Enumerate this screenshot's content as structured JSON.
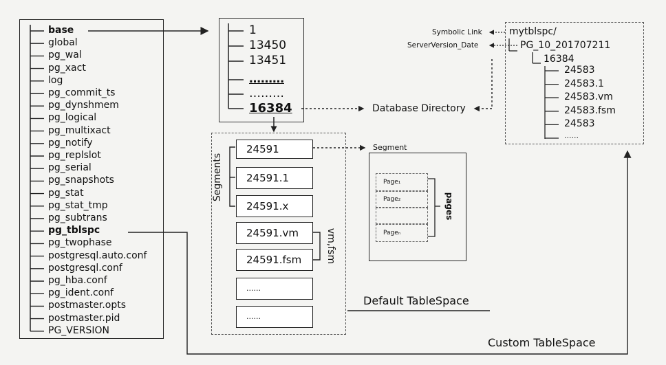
{
  "left_tree": {
    "items": [
      "base",
      "global",
      "pg_wal",
      "pg_xact",
      "log",
      "pg_commit_ts",
      "pg_dynshmem",
      "pg_logical",
      "pg_multixact",
      "pg_notify",
      "pg_replslot",
      "pg_serial",
      "pg_snapshots",
      "pg_stat",
      "pg_stat_tmp",
      "pg_subtrans",
      "pg_tblspc",
      "pg_twophase",
      "postgresql.auto.conf",
      "postgresql.conf",
      "pg_hba.conf",
      "pg_ident.conf",
      "postmaster.opts",
      "postmaster.pid",
      "PG_VERSION"
    ],
    "bold_items": [
      "base",
      "pg_tblspc"
    ]
  },
  "base_tree": {
    "items": [
      "1",
      "13450",
      "13451",
      "………",
      "………",
      "16384"
    ]
  },
  "database_directory_label": "Database Directory",
  "segments": {
    "side_label": "Segments",
    "items": [
      "24591",
      "24591.1",
      "24591.x"
    ],
    "vmfsm_label": "vm,fsm",
    "vmfsm_items": [
      "24591.vm",
      "24591.fsm"
    ],
    "more_items": [
      "……",
      "……"
    ]
  },
  "segment_detail": {
    "title": "Segment",
    "pages": [
      "Page₁",
      "Page₂",
      "",
      "Pageₙ"
    ],
    "pages_label": "pages"
  },
  "default_tablespace_label": "Default TableSpace",
  "custom_tablespace_label": "Custom TableSpace",
  "symlink_tree": {
    "root": "mytblspc/",
    "version_dir": "PG_10_201707211",
    "db_dir": "16384",
    "files": [
      "24583",
      "24583.1",
      "24583.vm",
      "24583.fsm",
      "24583",
      "……"
    ],
    "symbolic_link_label": "Symbolic Link",
    "server_version_label": "ServerVersion_Date"
  }
}
